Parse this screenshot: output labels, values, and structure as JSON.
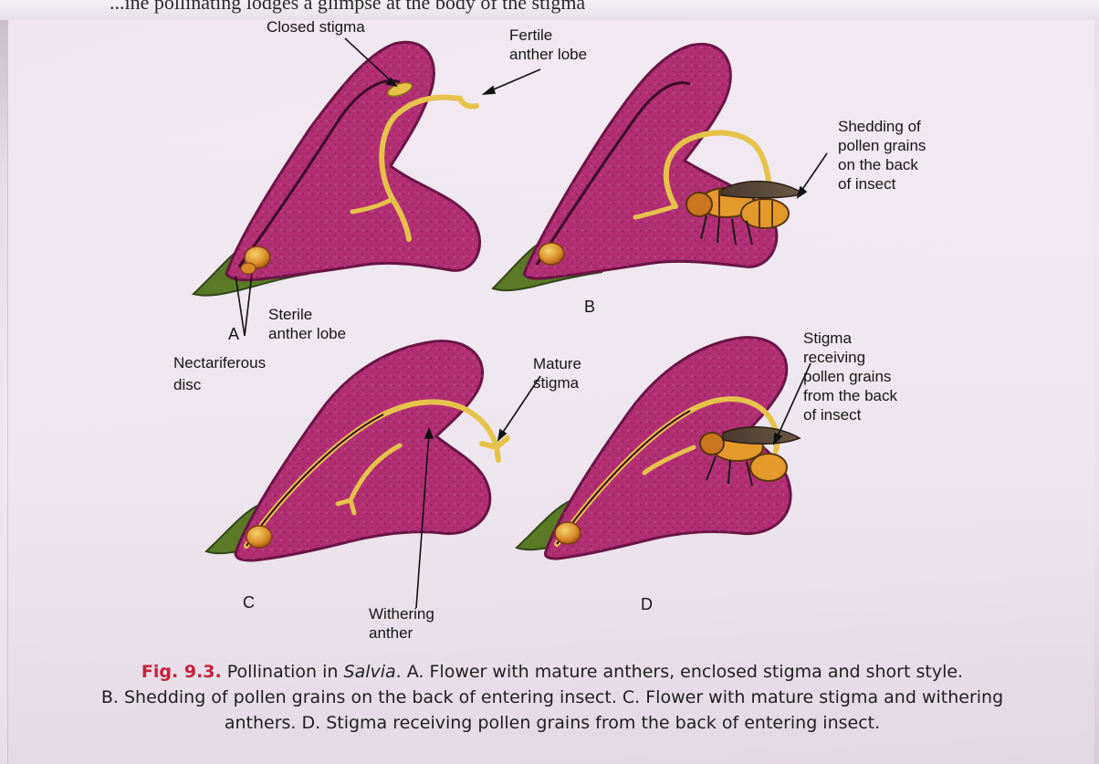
{
  "header_fragment": "...ine pollinating lodges a glimpse at the body of the stigma",
  "panels": {
    "A": {
      "letter": "A",
      "labels": {
        "closed_stigma": "Closed stigma",
        "fertile_anther_lobe": "Fertile\nanther lobe",
        "sterile_anther_lobe": "Sterile\nanther lobe",
        "nectariferous_disc": "Nectariferous\ndisc"
      }
    },
    "B": {
      "letter": "B",
      "labels": {
        "shedding": "Shedding of\npollen grains\non the back\nof insect"
      }
    },
    "C": {
      "letter": "C",
      "labels": {
        "mature_stigma": "Mature\nstigma",
        "withering_anther": "Withering\nanther"
      }
    },
    "D": {
      "letter": "D",
      "labels": {
        "stigma_receiving": "Stigma\nreceiving\npollen grains\nfrom the back\nof insect"
      }
    }
  },
  "caption": {
    "fig_number": "Fig. 9.3.",
    "title_prefix": "Pollination in",
    "genus": "Salvia",
    "text_a": ". A. Flower with mature anthers, enclosed stigma and short style.",
    "text_b": "B. Shedding of pollen grains on the back of entering insect. C. Flower with mature stigma and withering",
    "text_c": "anthers. D. Stigma receiving pollen grains from the back of entering insect."
  },
  "colors": {
    "petal": "#b22f74",
    "petal_dark": "#7e1a52",
    "anther": "#e6c24a",
    "calyx": "#5a7a25",
    "fig_red": "#c8203c"
  }
}
